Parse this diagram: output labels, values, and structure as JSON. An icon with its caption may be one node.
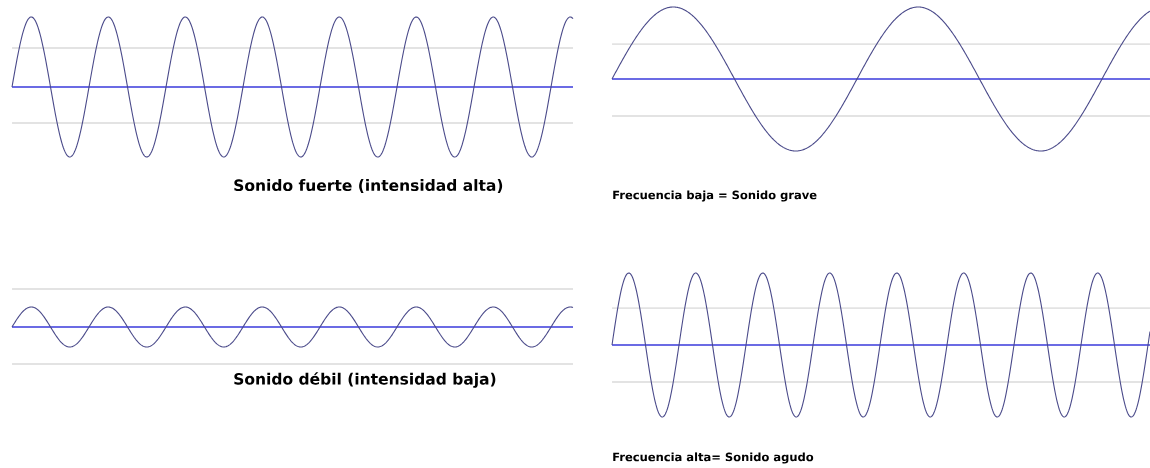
{
  "diagram": {
    "labels": [
      "Sonido fuerte (intensidad alta)",
      "Frecuencia baja = Sonido grave",
      "Sonido débil (intensidad baja)",
      "Frecuencia alta= Sonido agudo"
    ]
  }
}
